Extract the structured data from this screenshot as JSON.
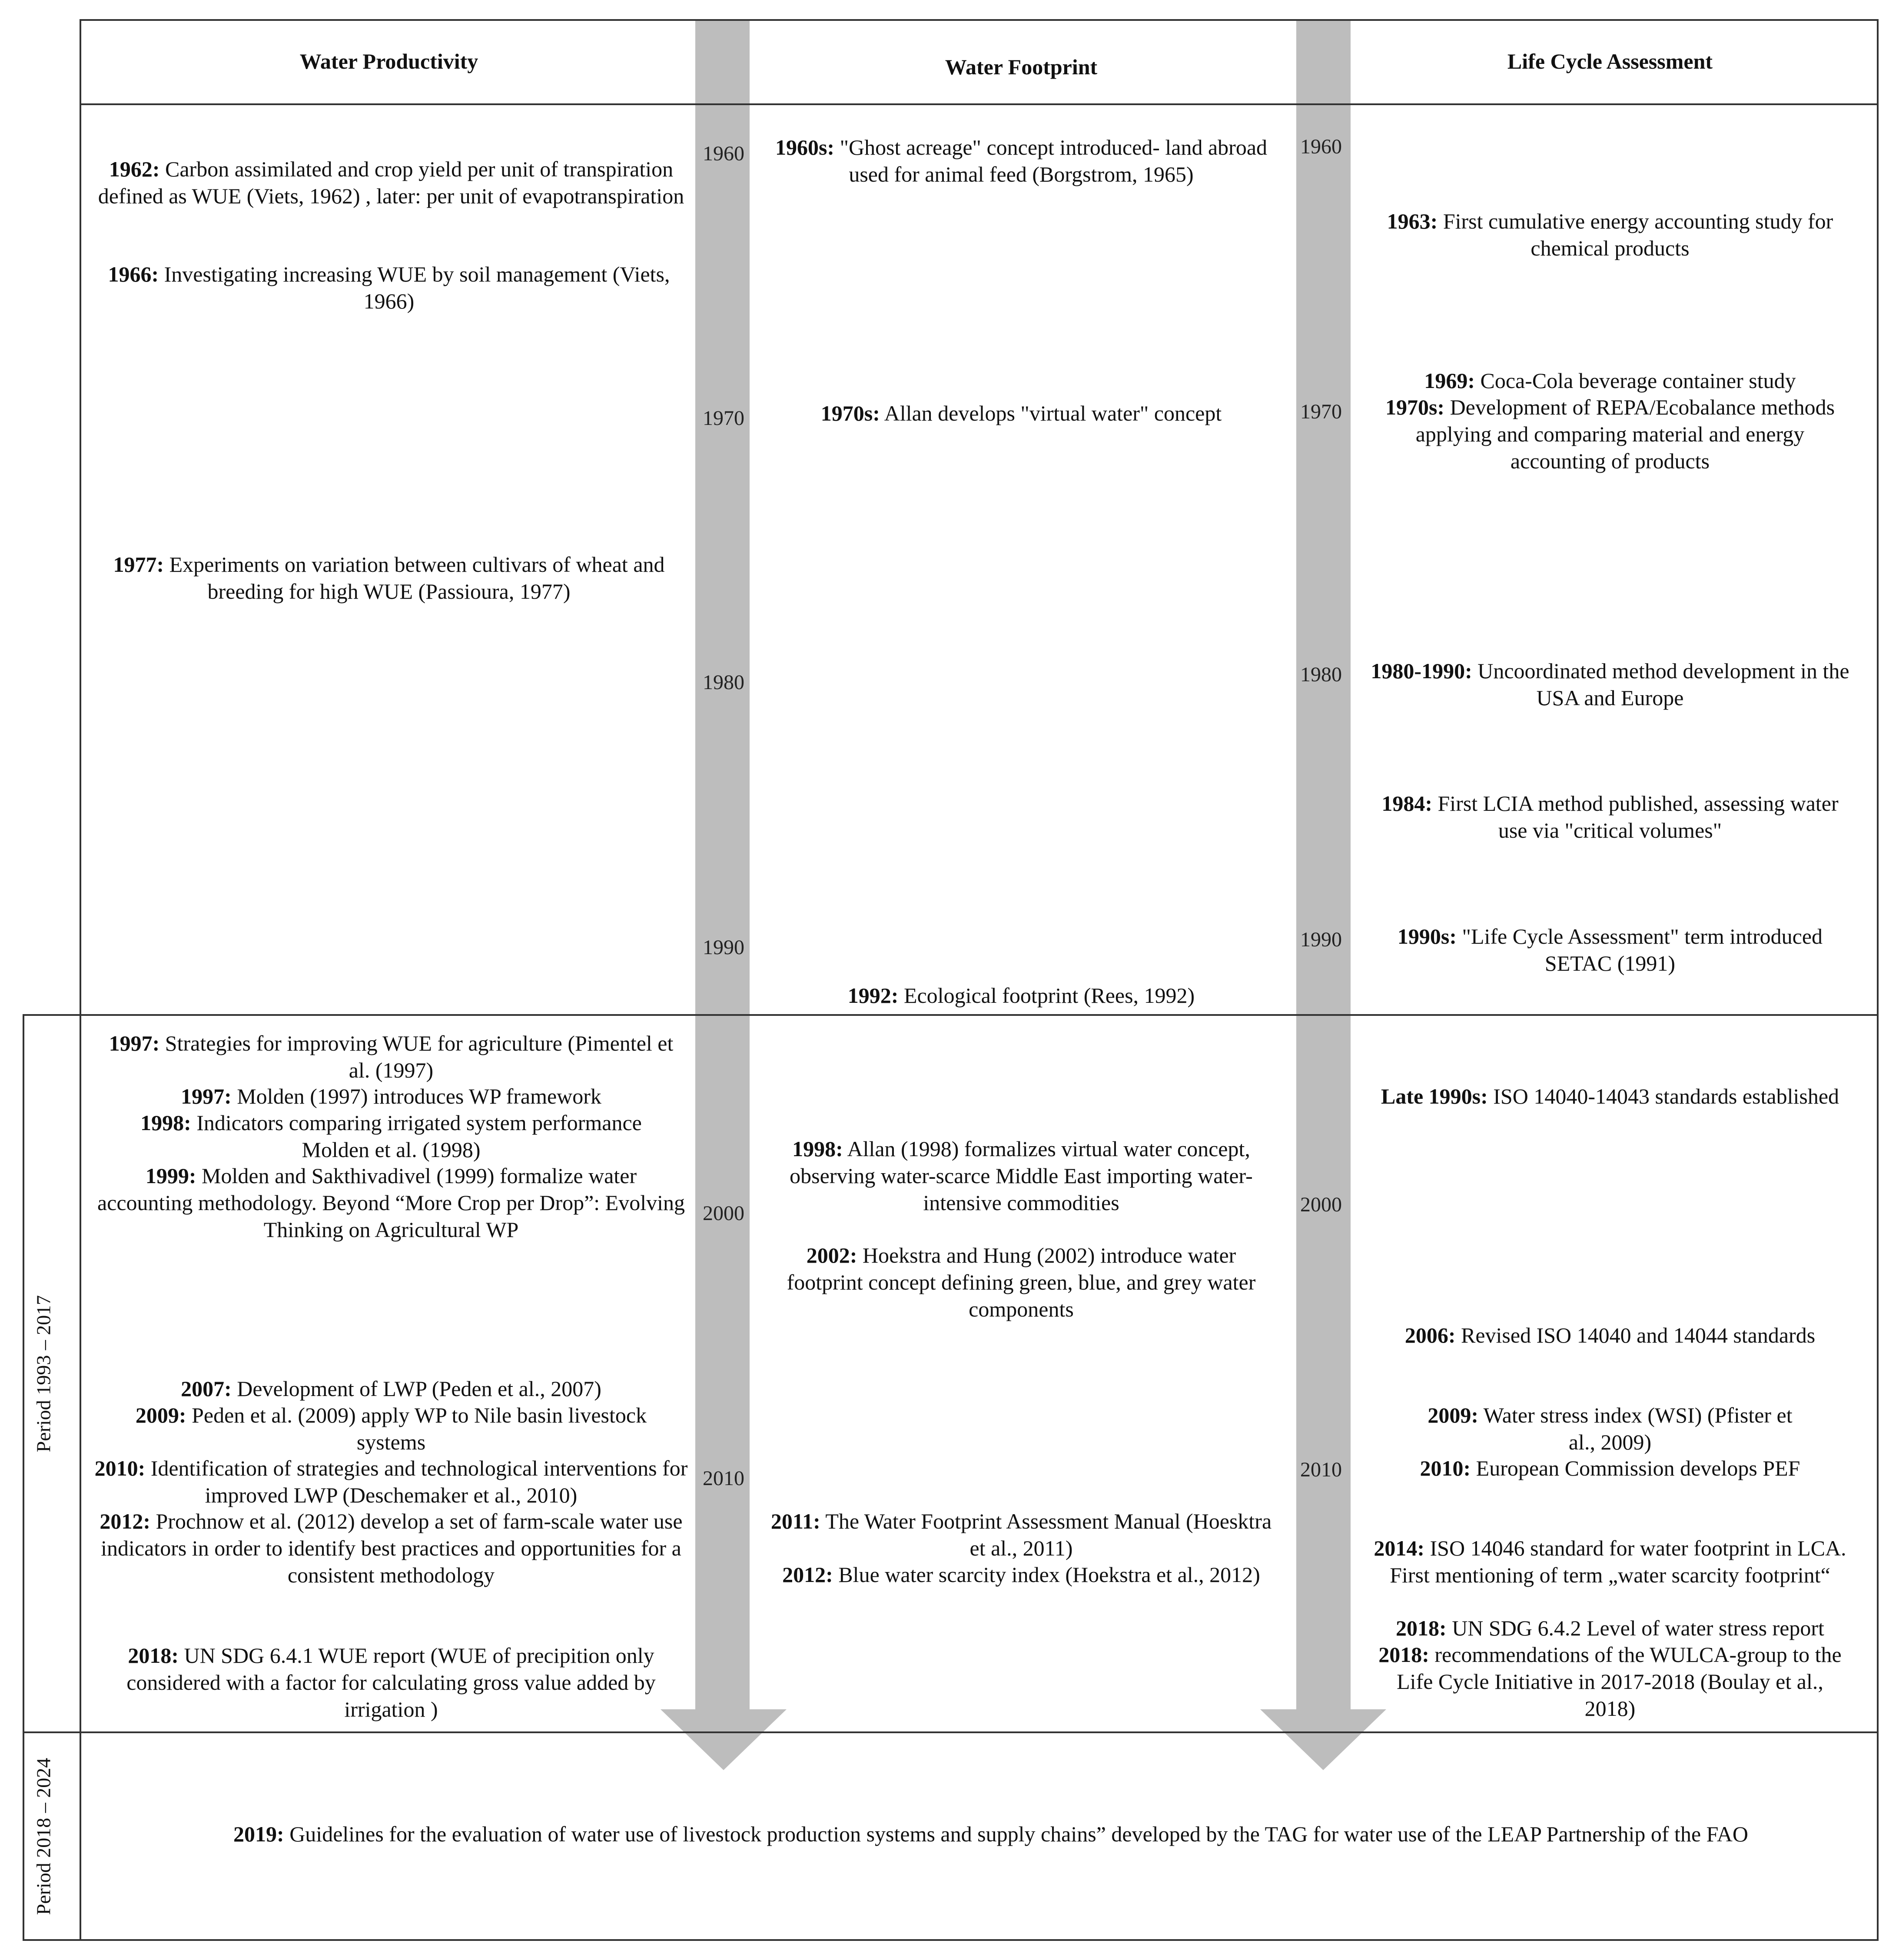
{
  "headers": {
    "wp": "Water Productivity",
    "wf": "Water Footprint",
    "lca": "Life Cycle Assessment"
  },
  "periods": {
    "p1": "Period 1993 – 2017",
    "p2": "Period 2018 – 2024"
  },
  "years_left": [
    "1960",
    "1970",
    "1980",
    "1990",
    "2000",
    "2010"
  ],
  "years_right": [
    "1960",
    "1970",
    "1980",
    "1990",
    "2000",
    "2010"
  ],
  "wp": [
    {
      "b": "1962:",
      "t": " Carbon assimilated and crop yield per unit of transpiration defined as WUE (Viets, 1962) , later: per unit of evapotranspiration"
    },
    {
      "b": "1966:",
      "t": " Investigating increasing WUE by soil management (Viets, 1966)"
    },
    {
      "b": "1977:",
      "t": " Experiments on variation between cultivars of wheat and breeding for high WUE (Passioura, 1977)"
    },
    {
      "b": "1997:",
      "t": " Strategies for improving WUE for agriculture (Pimentel et al. (1997)"
    },
    {
      "b": "1997:",
      "t": " Molden (1997) introduces WP framework"
    },
    {
      "b": "1998:",
      "t": " Indicators comparing irrigated system performance Molden et al. (1998)"
    },
    {
      "b": "1999:",
      "t": " Molden and Sakthivadivel (1999) formalize water accounting methodology. Beyond “More Crop per Drop”: Evolving Thinking on Agricultural WP"
    },
    {
      "b": "2007:",
      "t": " Development of LWP (Peden et al., 2007)"
    },
    {
      "b": "2009:",
      "t": " Peden et al. (2009) apply WP to Nile basin livestock systems"
    },
    {
      "b": "2010:",
      "t": " Identification of strategies and technological interventions for improved LWP (Deschemaker et al., 2010)"
    },
    {
      "b": "2012:",
      "t": " Prochnow et al. (2012) develop a set of farm-scale water use indicators in order to identify best practices and opportunities for a consistent methodology"
    },
    {
      "b": "2018:",
      "t": " UN SDG 6.4.1 WUE report (WUE of precipition only considered with a factor for calculating gross value added by irrigation )"
    }
  ],
  "wf": [
    {
      "b": "1960s:",
      "t": " \"Ghost acreage\" concept introduced- land abroad used for animal feed  (Borgstrom, 1965)"
    },
    {
      "b": "1970s:",
      "t": " Allan develops \"virtual water\" concept"
    },
    {
      "b": "1992:",
      "t": " Ecological footprint (Rees, 1992)"
    },
    {
      "b": "1998:",
      "t": " Allan (1998) formalizes virtual water concept, observing water-scarce Middle East importing water-intensive commodities"
    },
    {
      "b": "2002:",
      "t": " Hoekstra and Hung (2002) introduce water footprint concept defining green, blue, and grey water components"
    },
    {
      "b": "2011:",
      "t": " The Water Footprint Assessment Manual (Hoesktra et al., 2011)"
    },
    {
      "b": "2012:",
      "t": " Blue water scarcity index (Hoekstra et al., 2012)"
    }
  ],
  "lca": [
    {
      "b": "1963:",
      "t": " First cumulative energy accounting study for chemical products"
    },
    {
      "b": "1969:",
      "t": " Coca-Cola beverage container study"
    },
    {
      "b": "1970s:",
      "t": " Development of REPA/Ecobalance methods applying and comparing material and energy accounting of products"
    },
    {
      "b": "1980-1990:",
      "t": " Uncoordinated method development in the USA and Europe"
    },
    {
      "b": "1984:",
      "t": " First LCIA method published, assessing water use via \"critical volumes\""
    },
    {
      "b": "1990s:",
      "t": " \"Life Cycle Assessment\" term introduced SETAC (1991)"
    },
    {
      "b": "Late 1990s:",
      "t": " ISO 14040-14043 standards established"
    },
    {
      "b": "2006:",
      "t": " Revised ISO 14040 and 14044 standards"
    },
    {
      "b": "2009:",
      "t": " Water stress index (WSI) (Pfister et al., 2009)"
    },
    {
      "b": "2010:",
      "t": " European Commission develops PEF"
    },
    {
      "b": "2014:",
      "t": " ISO 14046 standard for water footprint in LCA. First mentioning of term „water scarcity footprint“"
    },
    {
      "b": "2018:",
      "t": " UN SDG 6.4.2 Level of water stress report"
    },
    {
      "b": "2018:",
      "t": " recommendations of the WULCA-group to the Life Cycle Initiative in 2017-2018 (Boulay et al., 2018)"
    }
  ],
  "bottom": {
    "b": "2019:",
    "t": " Guidelines for the evaluation of water use of livestock production systems and supply chains”   developed by the TAG for water use of the LEAP Partnership of the FAO"
  }
}
